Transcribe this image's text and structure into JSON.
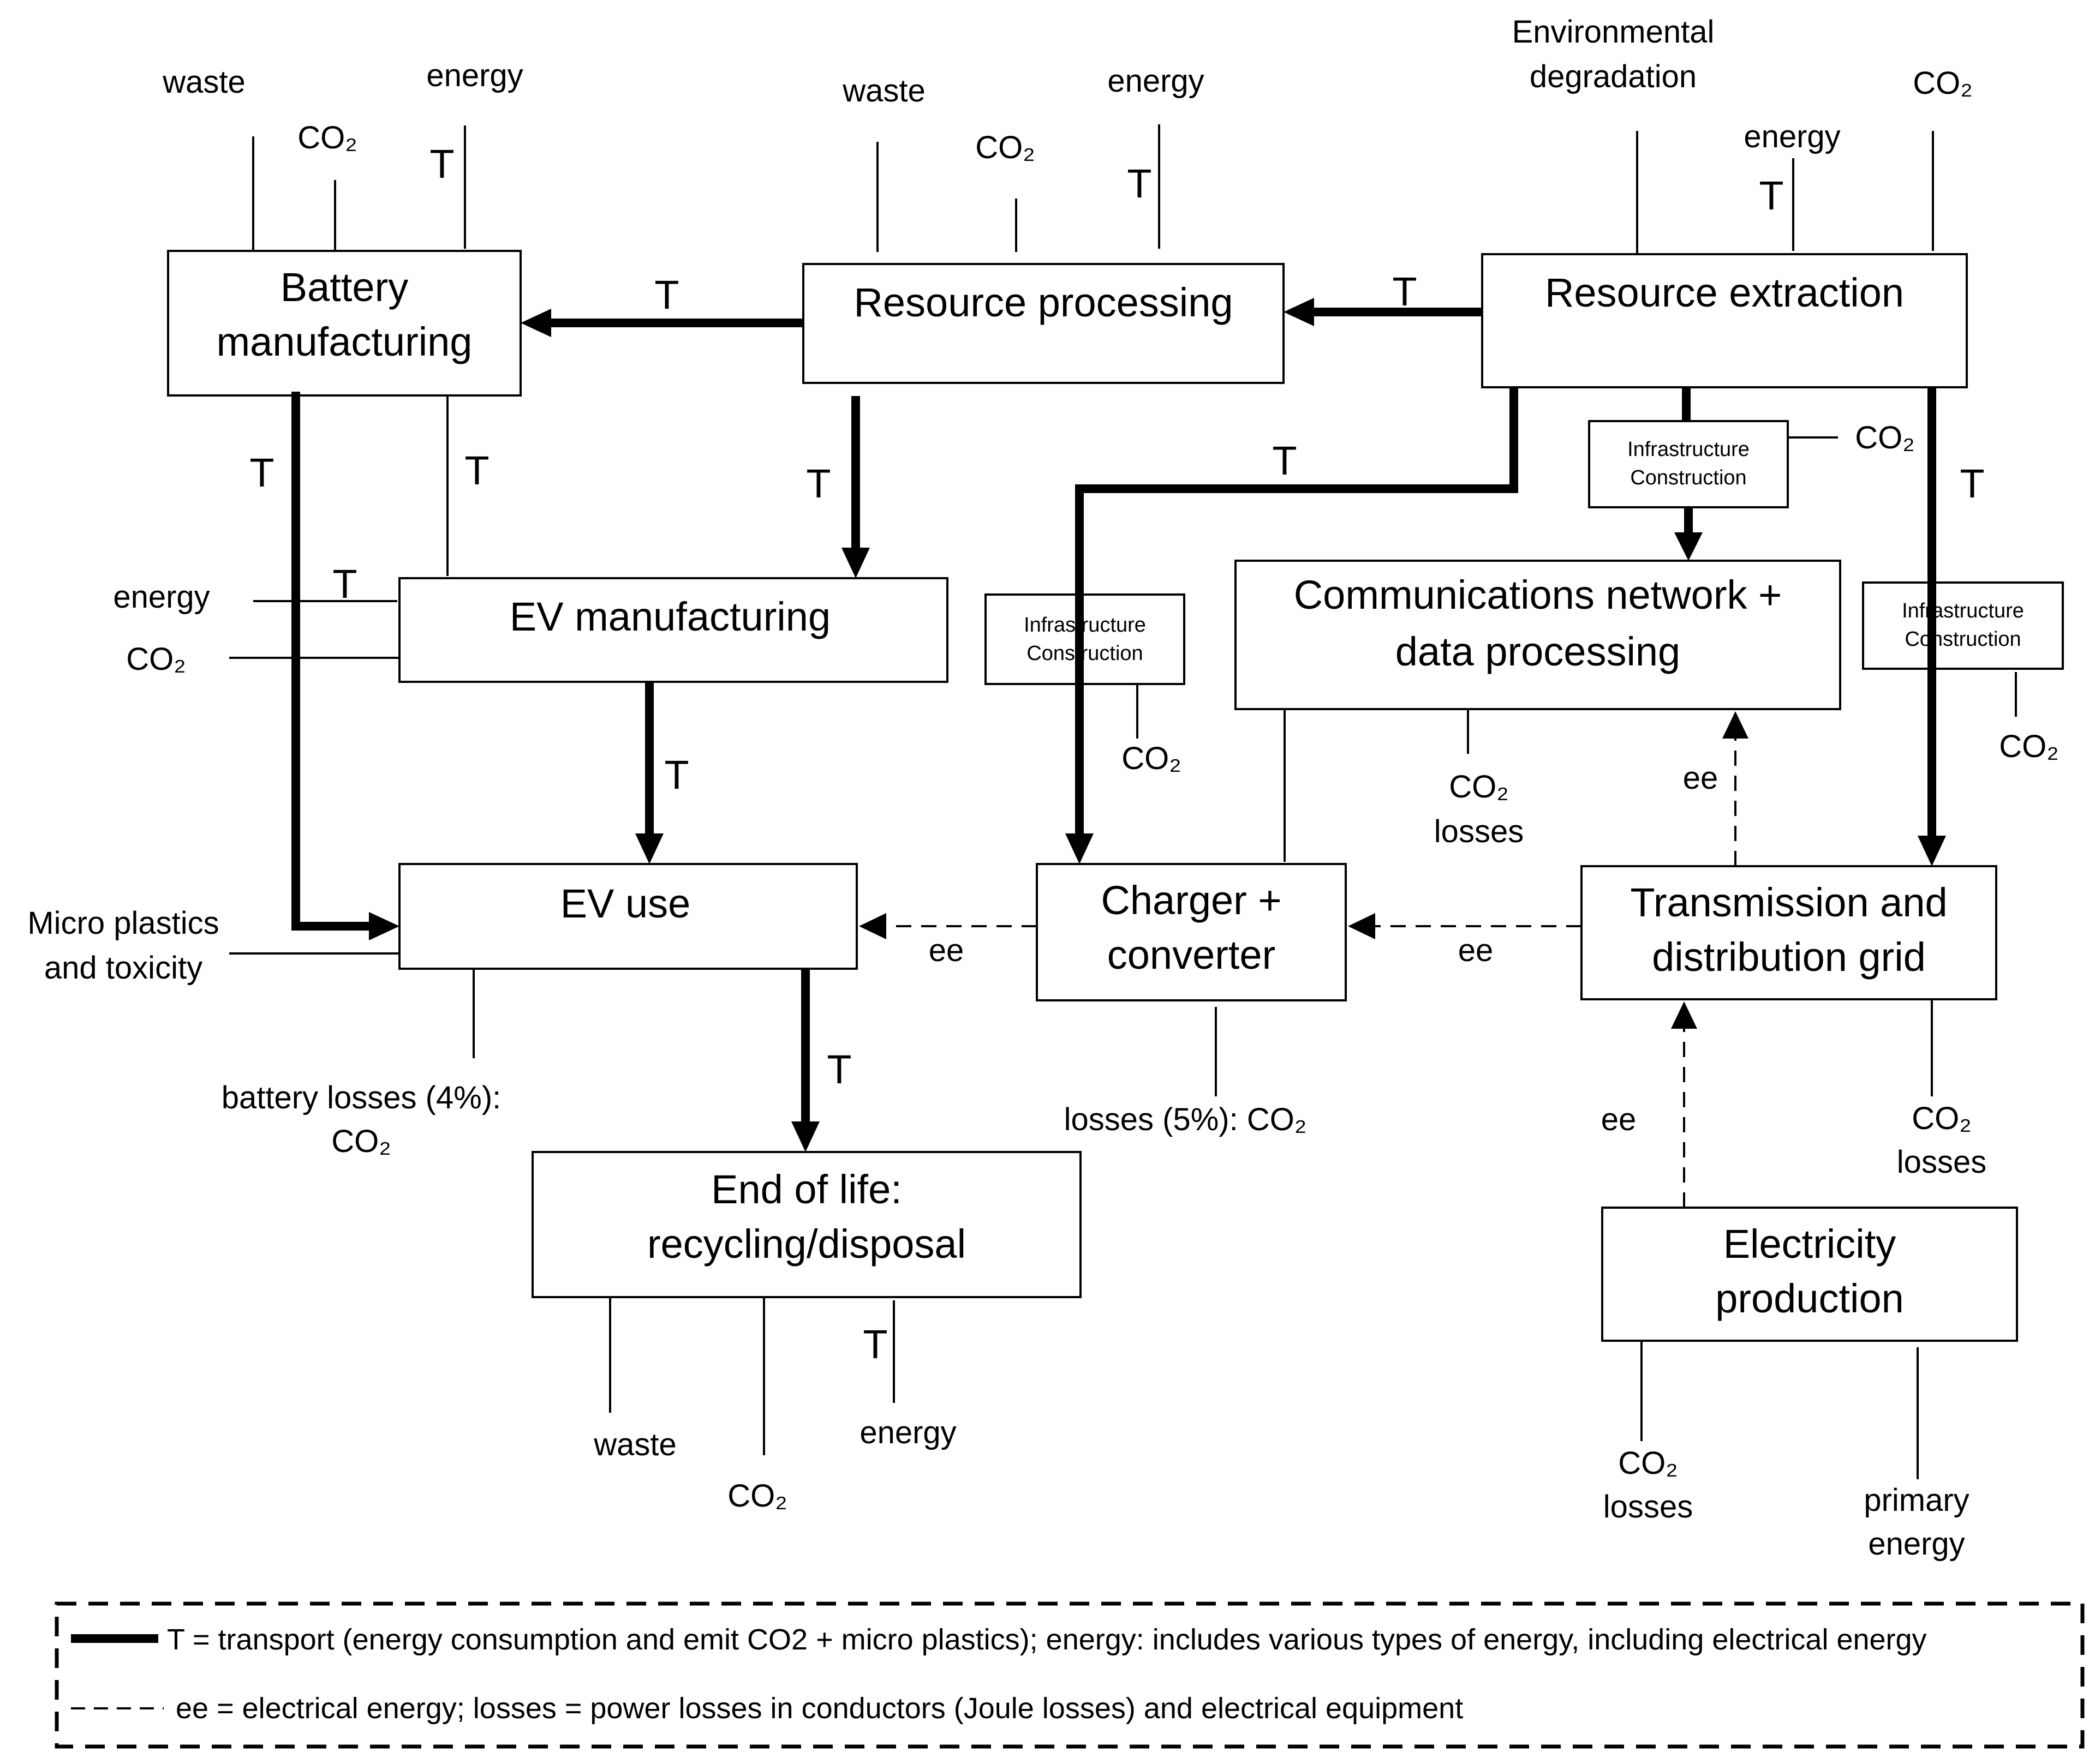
{
  "boxes": {
    "battery_manufacturing": [
      "Battery",
      "manufacturing"
    ],
    "resource_processing": "Resource processing",
    "resource_extraction": "Resource extraction",
    "ev_manufacturing": "EV manufacturing",
    "infra_left": [
      "Infrastructure",
      "Construction"
    ],
    "infra_mid": [
      "Infrastructure",
      "Construction"
    ],
    "infra_right": [
      "Infrastructure",
      "Construction"
    ],
    "communications": [
      "Communications network +",
      "data processing"
    ],
    "ev_use": "EV use",
    "charger": [
      "Charger +",
      "converter"
    ],
    "transmission": [
      "Transmission and",
      "distribution grid"
    ],
    "end_of_life": [
      "End of life:",
      "recycling/disposal"
    ],
    "electricity_production": [
      "Electricity",
      "production"
    ]
  },
  "labels": {
    "waste": "waste",
    "energy": "energy",
    "co2": "CO₂",
    "transport": "T",
    "ee": "ee",
    "losses": "losses",
    "environmental_degradation": [
      "Environmental",
      "degradation"
    ],
    "micro_plastics": [
      "Micro plastics",
      "and toxicity"
    ],
    "battery_losses": [
      "battery losses (4%):",
      "CO₂"
    ],
    "charger_losses": "losses (5%): CO₂",
    "co2_losses": [
      "CO₂",
      "losses"
    ],
    "primary_energy": [
      "primary",
      "energy"
    ]
  },
  "legend": {
    "transport_line": "T = transport (energy consumption and emit CO2 + micro plastics); energy: includes various types of energy, including electrical energy",
    "electrical_line": "ee = electrical energy; losses = power losses in conductors (Joule losses) and electrical equipment"
  }
}
